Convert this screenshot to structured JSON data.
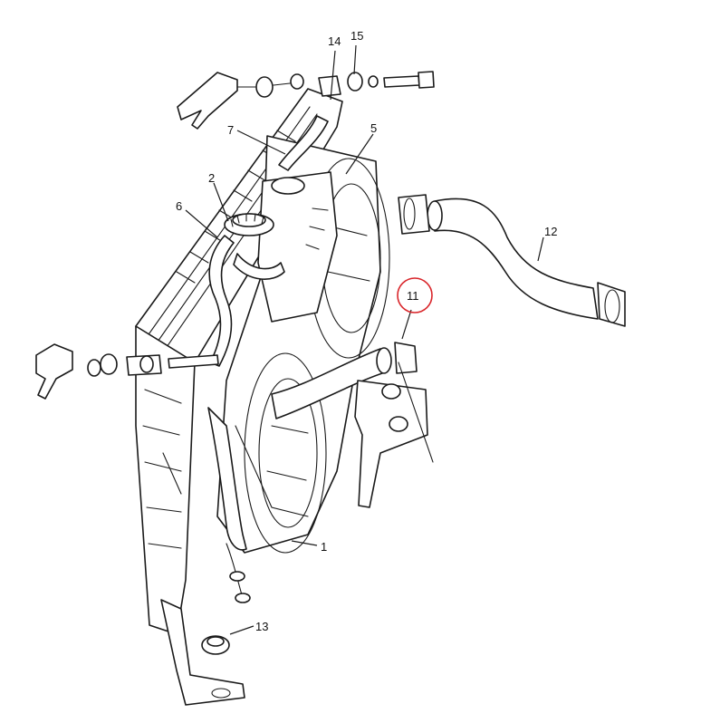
{
  "diagram": {
    "highlight_color": "#d9252a",
    "line_color": "#1a1a1a",
    "callouts": [
      {
        "id": "1",
        "label": "1"
      },
      {
        "id": "2",
        "label": "2"
      },
      {
        "id": "5",
        "label": "5"
      },
      {
        "id": "6",
        "label": "6"
      },
      {
        "id": "7",
        "label": "7"
      },
      {
        "id": "11",
        "label": "11",
        "highlighted": true
      },
      {
        "id": "12",
        "label": "12"
      },
      {
        "id": "13",
        "label": "13"
      },
      {
        "id": "14",
        "label": "14"
      },
      {
        "id": "15",
        "label": "15"
      }
    ]
  }
}
